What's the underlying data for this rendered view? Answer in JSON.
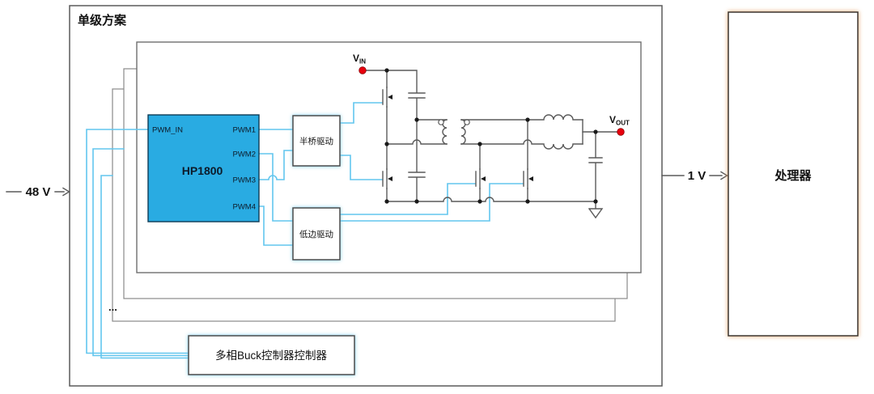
{
  "title": "单级方案",
  "source": {
    "label": "48 V"
  },
  "load": {
    "label": "1 V"
  },
  "processor": {
    "label": "处理器"
  },
  "buck_controller": {
    "label": "多相Buck控制器控制器"
  },
  "layers_ellipsis": "...",
  "chip": {
    "name": "HP1800",
    "input_pin": "PWM_IN",
    "output_pins": [
      "PWM1",
      "PWM2",
      "PWM3",
      "PWM4"
    ],
    "fill": "#29ABE2"
  },
  "drivers": {
    "half_bridge_label": "半桥驱动",
    "low_side_label": "低边驱动"
  },
  "nets": {
    "vin": {
      "base": "V",
      "sub": "IN"
    },
    "vout": {
      "base": "V",
      "sub": "OUT"
    }
  },
  "colors": {
    "signal_wire": "#62C6EE",
    "power_wire": "#5a5a5a",
    "terminal_dot_red": "#E8000D",
    "chip_fill": "#29ABE2",
    "processor_glow": "#F29E58",
    "driver_glow": "#78CDF0"
  }
}
